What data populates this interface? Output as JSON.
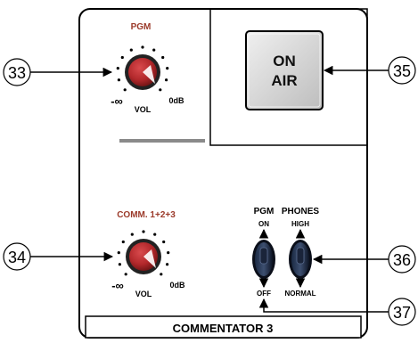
{
  "panel": {
    "pgm_knob_title": "PGM",
    "comm_knob_title": "COMM. 1+2+3",
    "vol_label": "VOL",
    "min_label": "-∞",
    "max_label": "0dB",
    "on_air_line1": "ON",
    "on_air_line2": "AIR",
    "switch_pgm_title": "PGM",
    "switch_pgm_top": "ON",
    "switch_pgm_bottom": "OFF",
    "switch_phones_title": "PHONES",
    "switch_phones_top": "HIGH",
    "switch_phones_bottom": "NORMAL",
    "footer_label": "COMMENTATOR 3"
  },
  "callouts": {
    "c33": "33",
    "c34": "34",
    "c35": "35",
    "c36": "36",
    "c37": "37"
  },
  "colors": {
    "knob_title_red": "#9b3a2a",
    "knob_red": "#b2282b",
    "button_face": "#d4d4d4",
    "divider_gray": "#8a8a8a",
    "outline": "#000000"
  }
}
